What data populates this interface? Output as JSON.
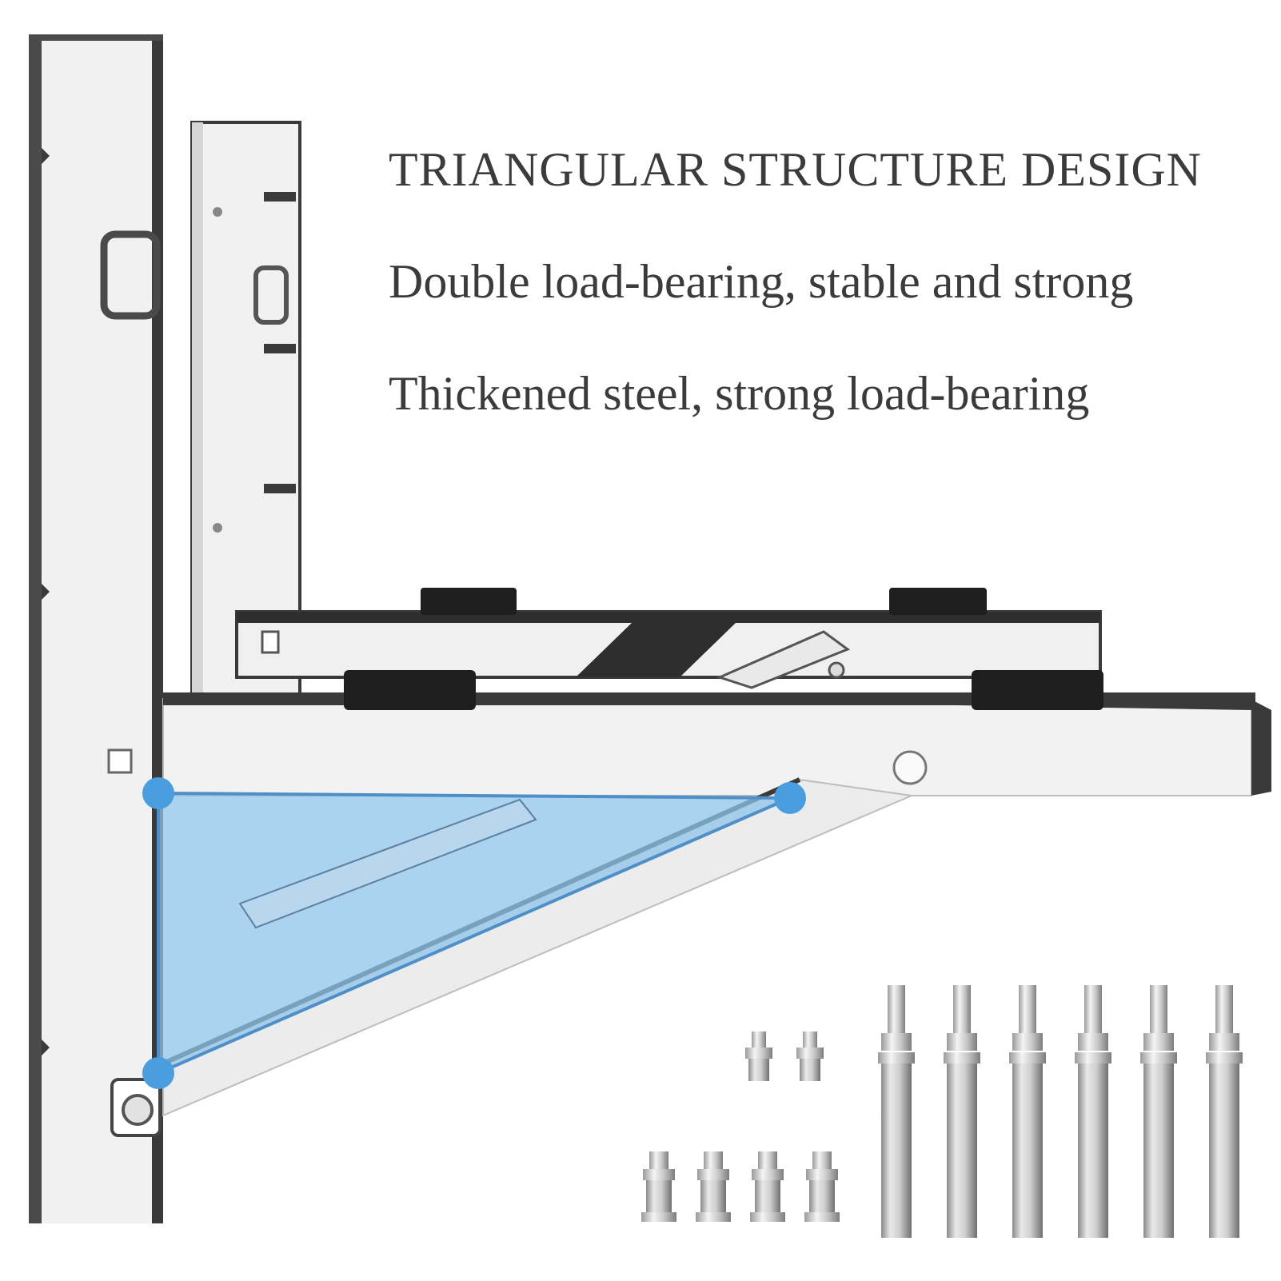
{
  "headlines": {
    "title": "TRIANGULAR STRUCTURE DESIGN",
    "feature_1": "Double load-bearing, stable and strong",
    "feature_2": "Thickened steel, strong load-bearing"
  },
  "colors": {
    "steel_light": "#eeeeee",
    "steel_dark": "#3a3a3a",
    "rubber_pad": "#1e1e1e",
    "highlight_fill": "#8fc3ea",
    "highlight_dot": "#4a9ee0",
    "text": "#3b3b3b"
  }
}
